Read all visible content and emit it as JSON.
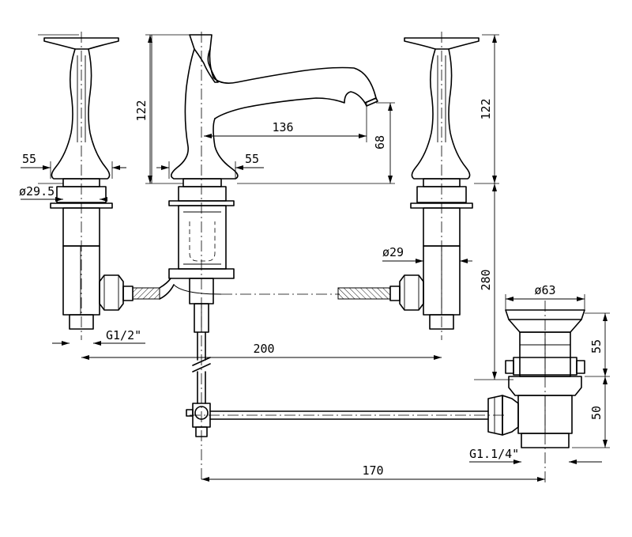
{
  "dimensions": {
    "left_handle_height": "122",
    "right_handle_height": "122",
    "spout_reach": "136",
    "spout_outlet_height": "68",
    "left_handle_base_width": "55",
    "spout_base_width": "55",
    "left_shank_diameter": "ø29.5",
    "right_shank_diameter": "ø29",
    "total_height_below_deck": "280",
    "connection_thread": "G1/2\"",
    "handle_center_distance": "200",
    "waste_diameter": "ø63",
    "waste_upper_height": "55",
    "waste_lower_height": "50",
    "waste_thread": "G1.1/4\"",
    "pop_up_rod_length": "170"
  }
}
